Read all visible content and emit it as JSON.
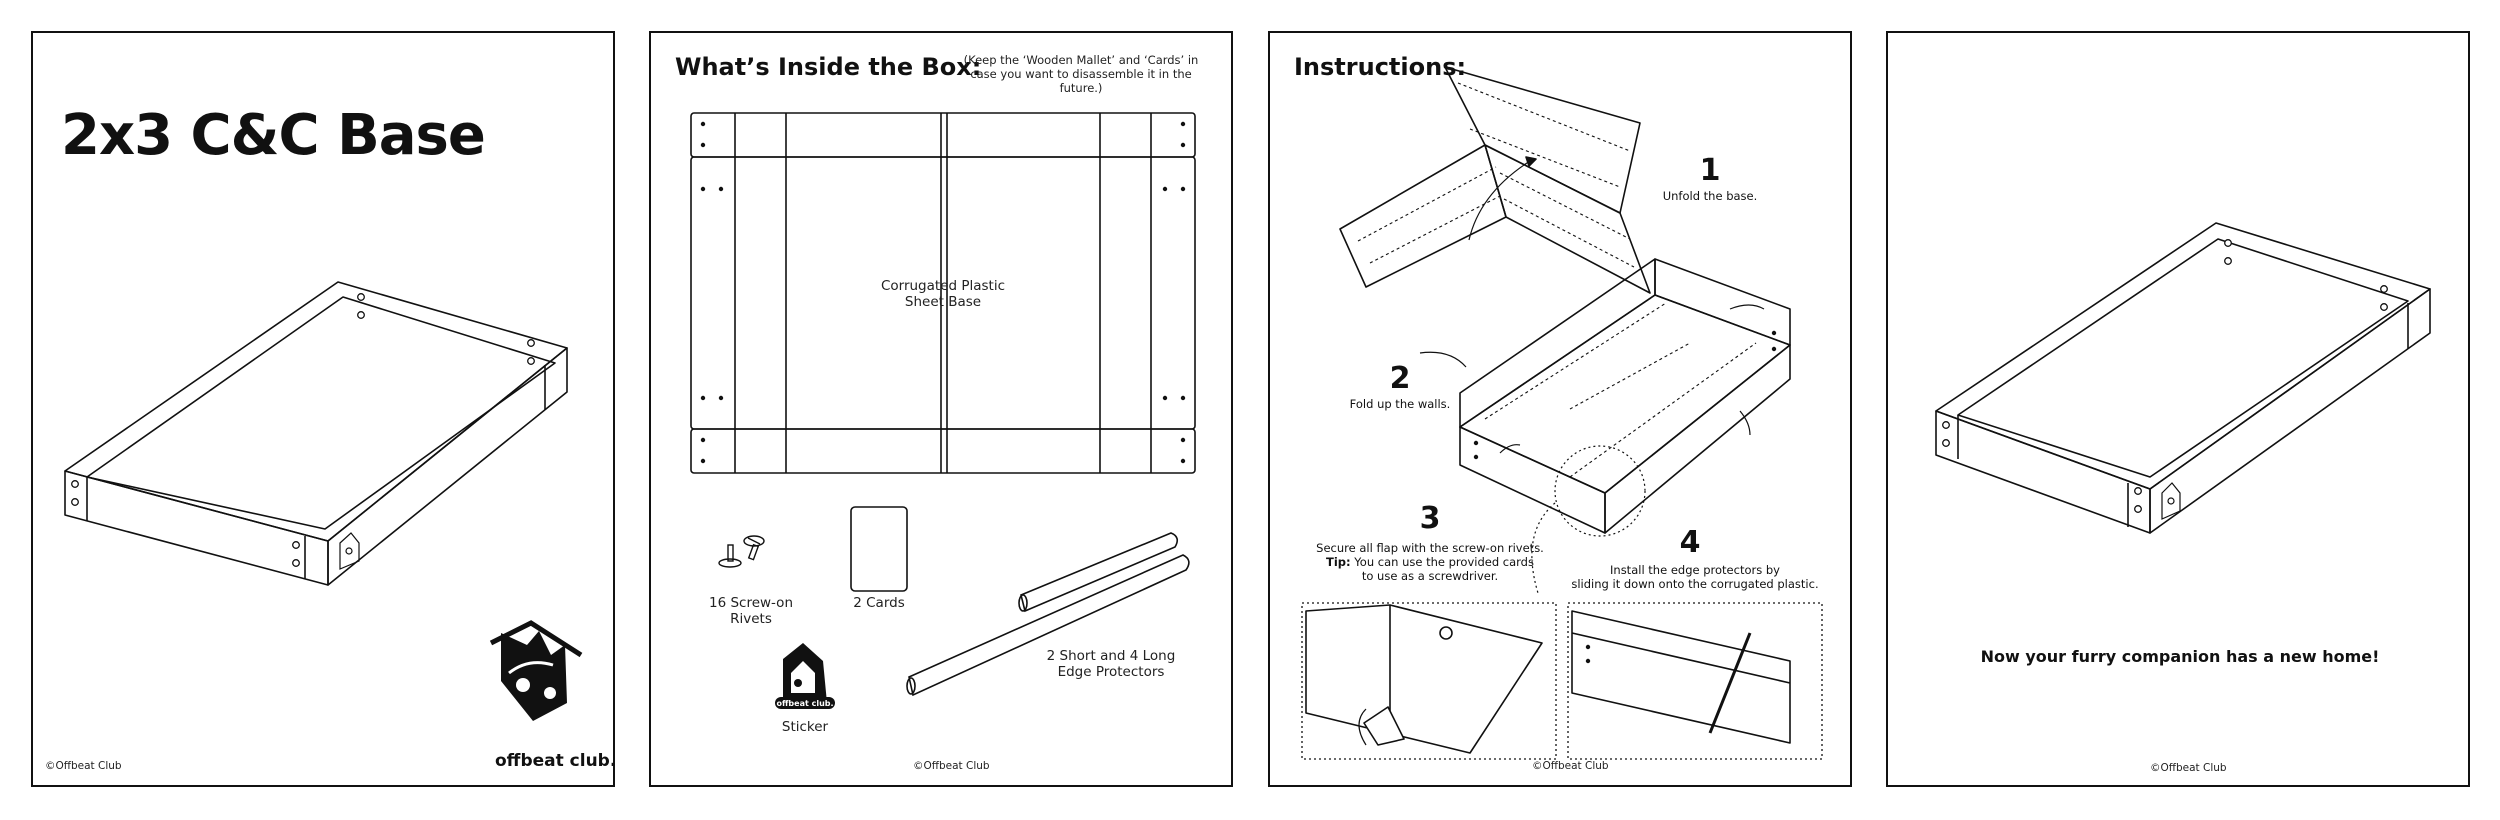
{
  "cover": {
    "title": "2x3 C&C Base",
    "brand": "offbeat club.",
    "copyright": "©Offbeat Club"
  },
  "contents": {
    "heading": "What’s Inside the Box:",
    "note_line1": "(Keep the ‘Wooden Mallet’ and ‘Cards’ in",
    "note_line2": "case you want to disassemble it in the future.)",
    "sheet_line1": "Corrugated Plastic",
    "sheet_line2": "Sheet Base",
    "rivets_line1": "16 Screw-on",
    "rivets_line2": "Rivets",
    "cards": "2 Cards",
    "protectors_line1": "2 Short and 4 Long",
    "protectors_line2": "Edge Protectors",
    "sticker": "Sticker",
    "sticker_brand": "offbeat club.",
    "copyright": "©Offbeat Club"
  },
  "instructions": {
    "heading": "Instructions:",
    "steps": [
      {
        "num": "1",
        "text": "Unfold the base."
      },
      {
        "num": "2",
        "text": "Fold up the walls."
      },
      {
        "num": "3",
        "text": "Secure all flap with the screw-on rivets.",
        "tip_label": "Tip:",
        "tip_line1": " You can use the provided cards",
        "tip_line2": "to use as a screwdriver."
      },
      {
        "num": "4",
        "text_line1": "Install the edge protectors by",
        "text_line2": "sliding it down onto the corrugated plastic."
      }
    ],
    "copyright": "©Offbeat Club"
  },
  "final": {
    "message": "Now your furry companion has a new home!",
    "copyright": "©Offbeat Club"
  }
}
